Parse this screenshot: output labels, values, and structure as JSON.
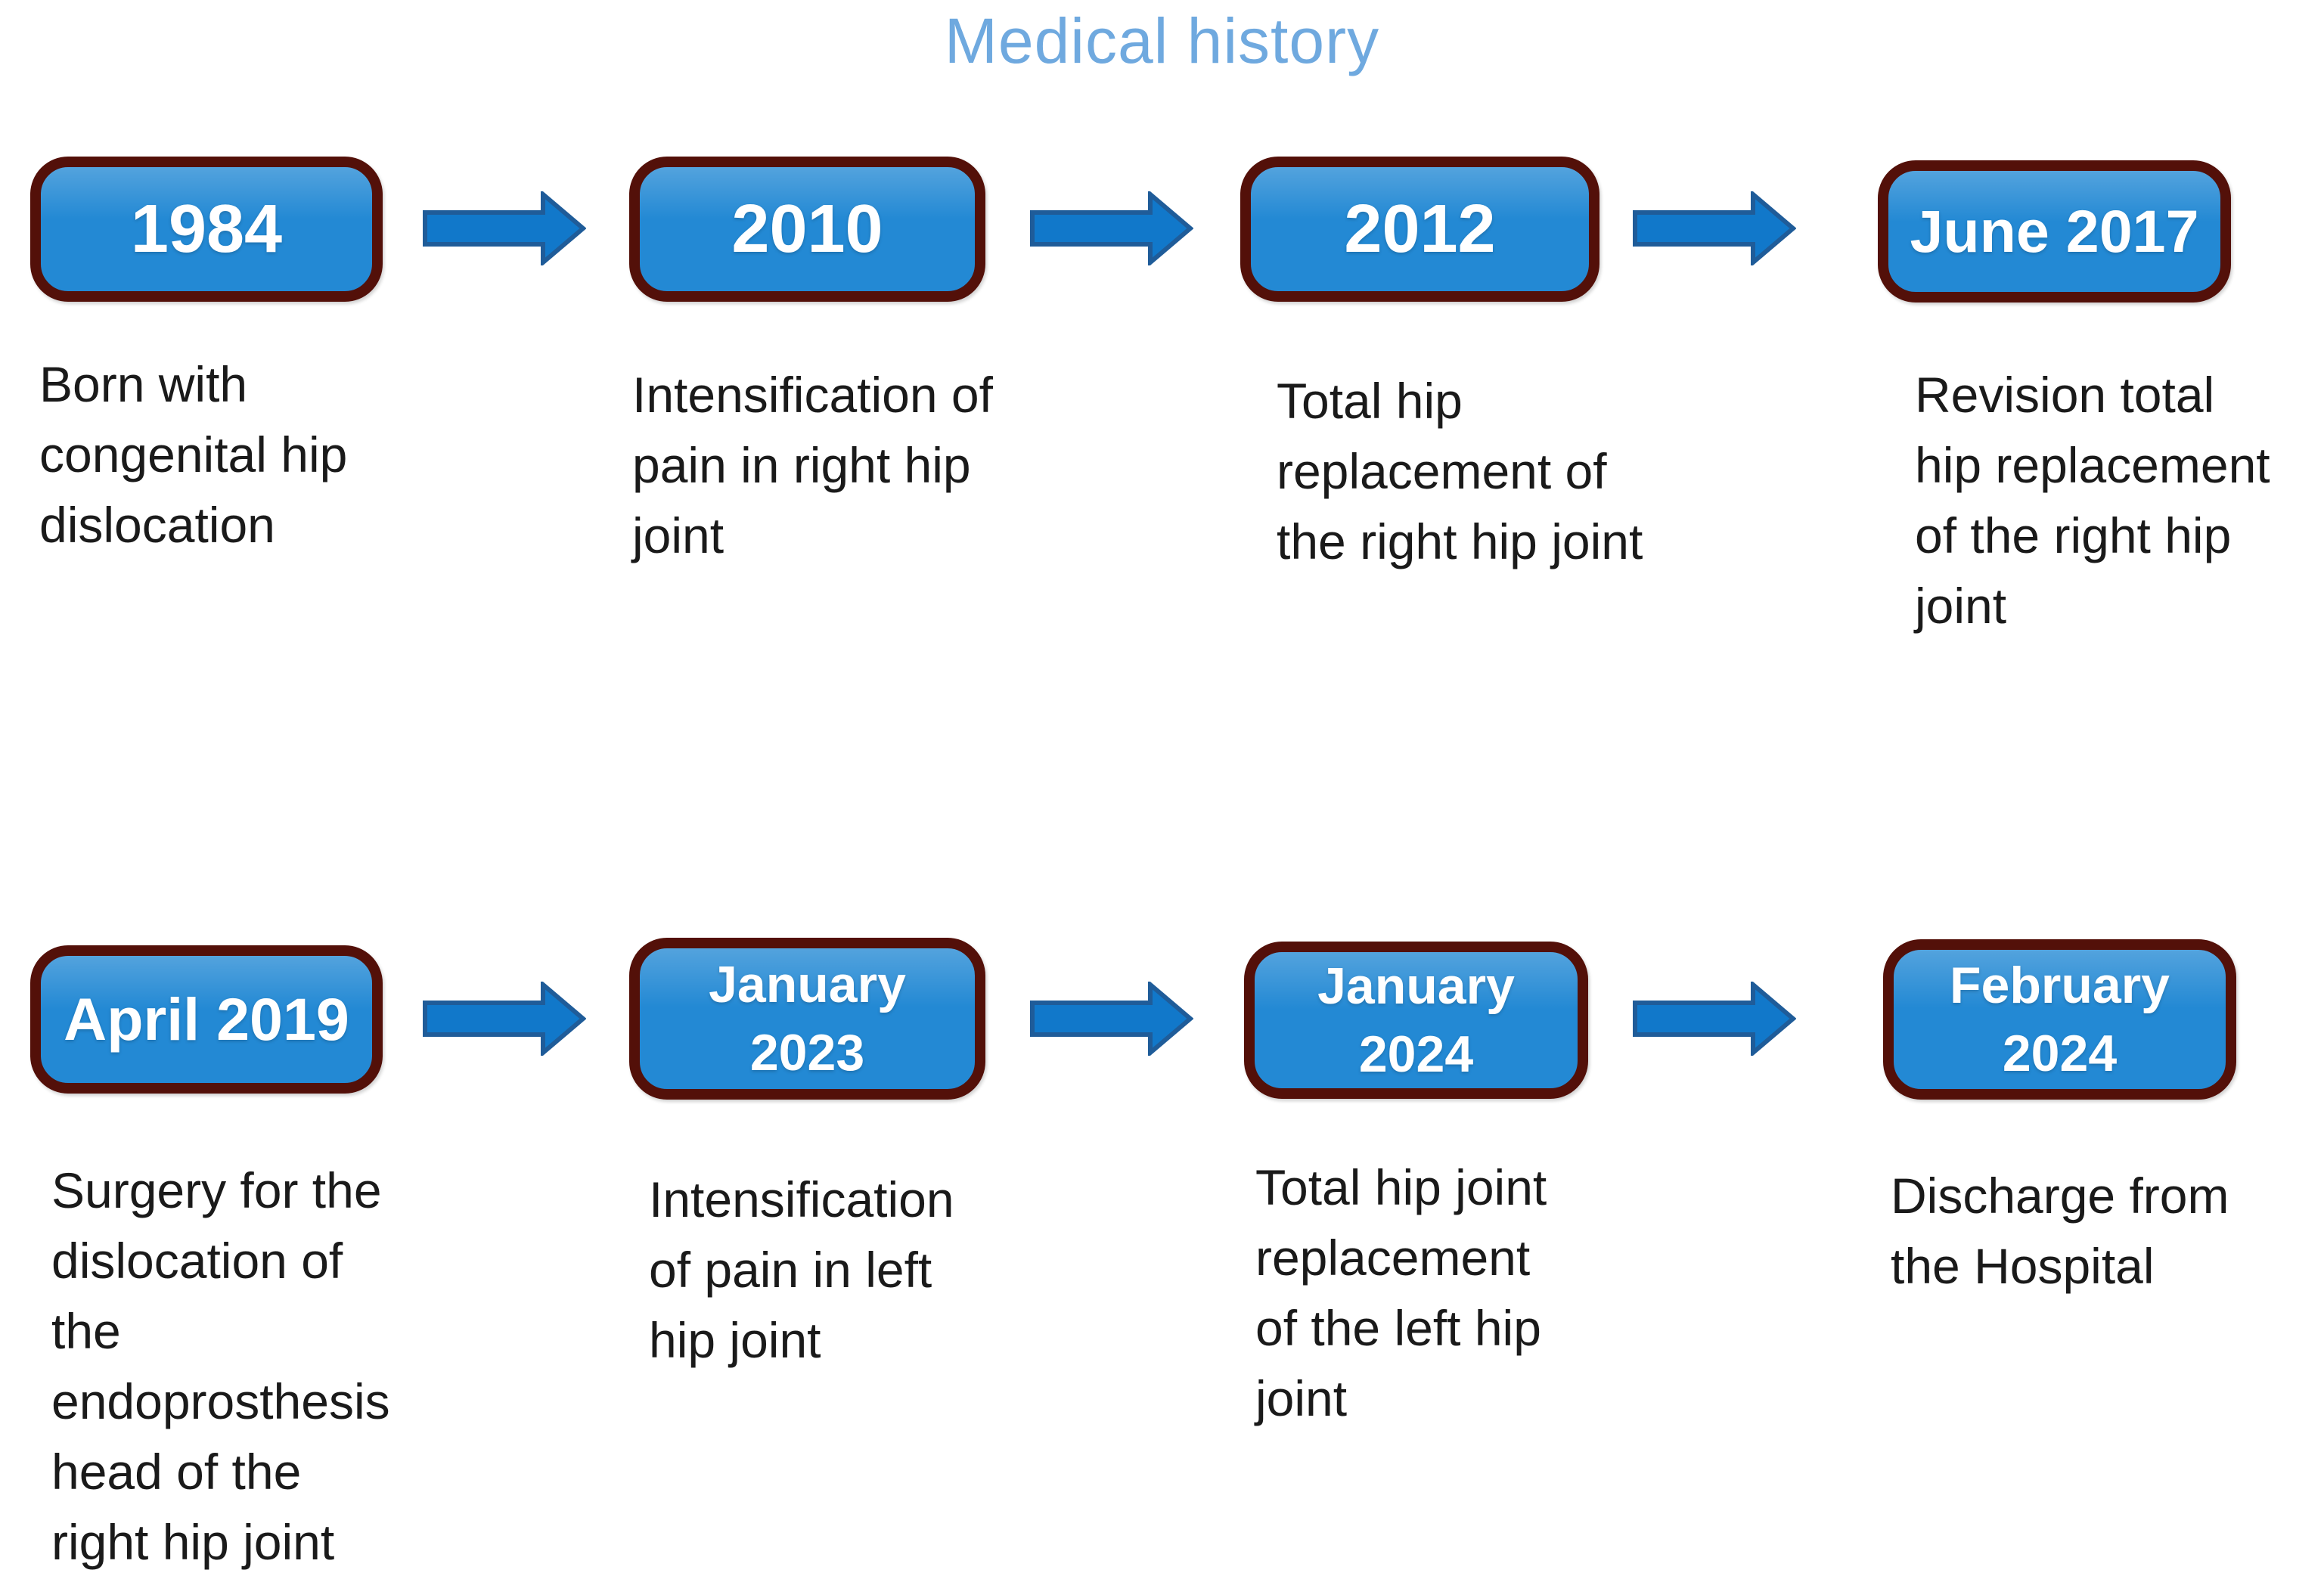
{
  "title": "Medical history",
  "colors": {
    "box_fill": "#2389D4",
    "box_border": "#531009",
    "arrow_fill": "#1178CA",
    "arrow_outline": "#1F5C99",
    "title_color": "#6FA9DF",
    "text_color": "#1A1A1A",
    "label_color": "#FFFFFF"
  },
  "timeline": {
    "row1": [
      {
        "date": "1984",
        "description": "Born with\ncongenital hip\ndislocation"
      },
      {
        "date": "2010",
        "description": "Intensification of\npain in right hip\njoint"
      },
      {
        "date": "2012",
        "description": "Total hip\nreplacement of\nthe right hip joint"
      },
      {
        "date": "June 2017",
        "description": "Revision total\nhip replacement\nof the right hip\njoint"
      }
    ],
    "row2": [
      {
        "date": "April 2019",
        "description": "Surgery for the\ndislocation of\nthe\nendoprosthesis\nhead of the\nright hip joint"
      },
      {
        "date": "January\n2023",
        "description": "Intensification\nof pain in left\nhip joint"
      },
      {
        "date": "January\n2024",
        "description": "Total hip joint\nreplacement\nof the left hip\njoint"
      },
      {
        "date": "February\n2024",
        "description": "Discharge from\nthe Hospital"
      }
    ]
  }
}
